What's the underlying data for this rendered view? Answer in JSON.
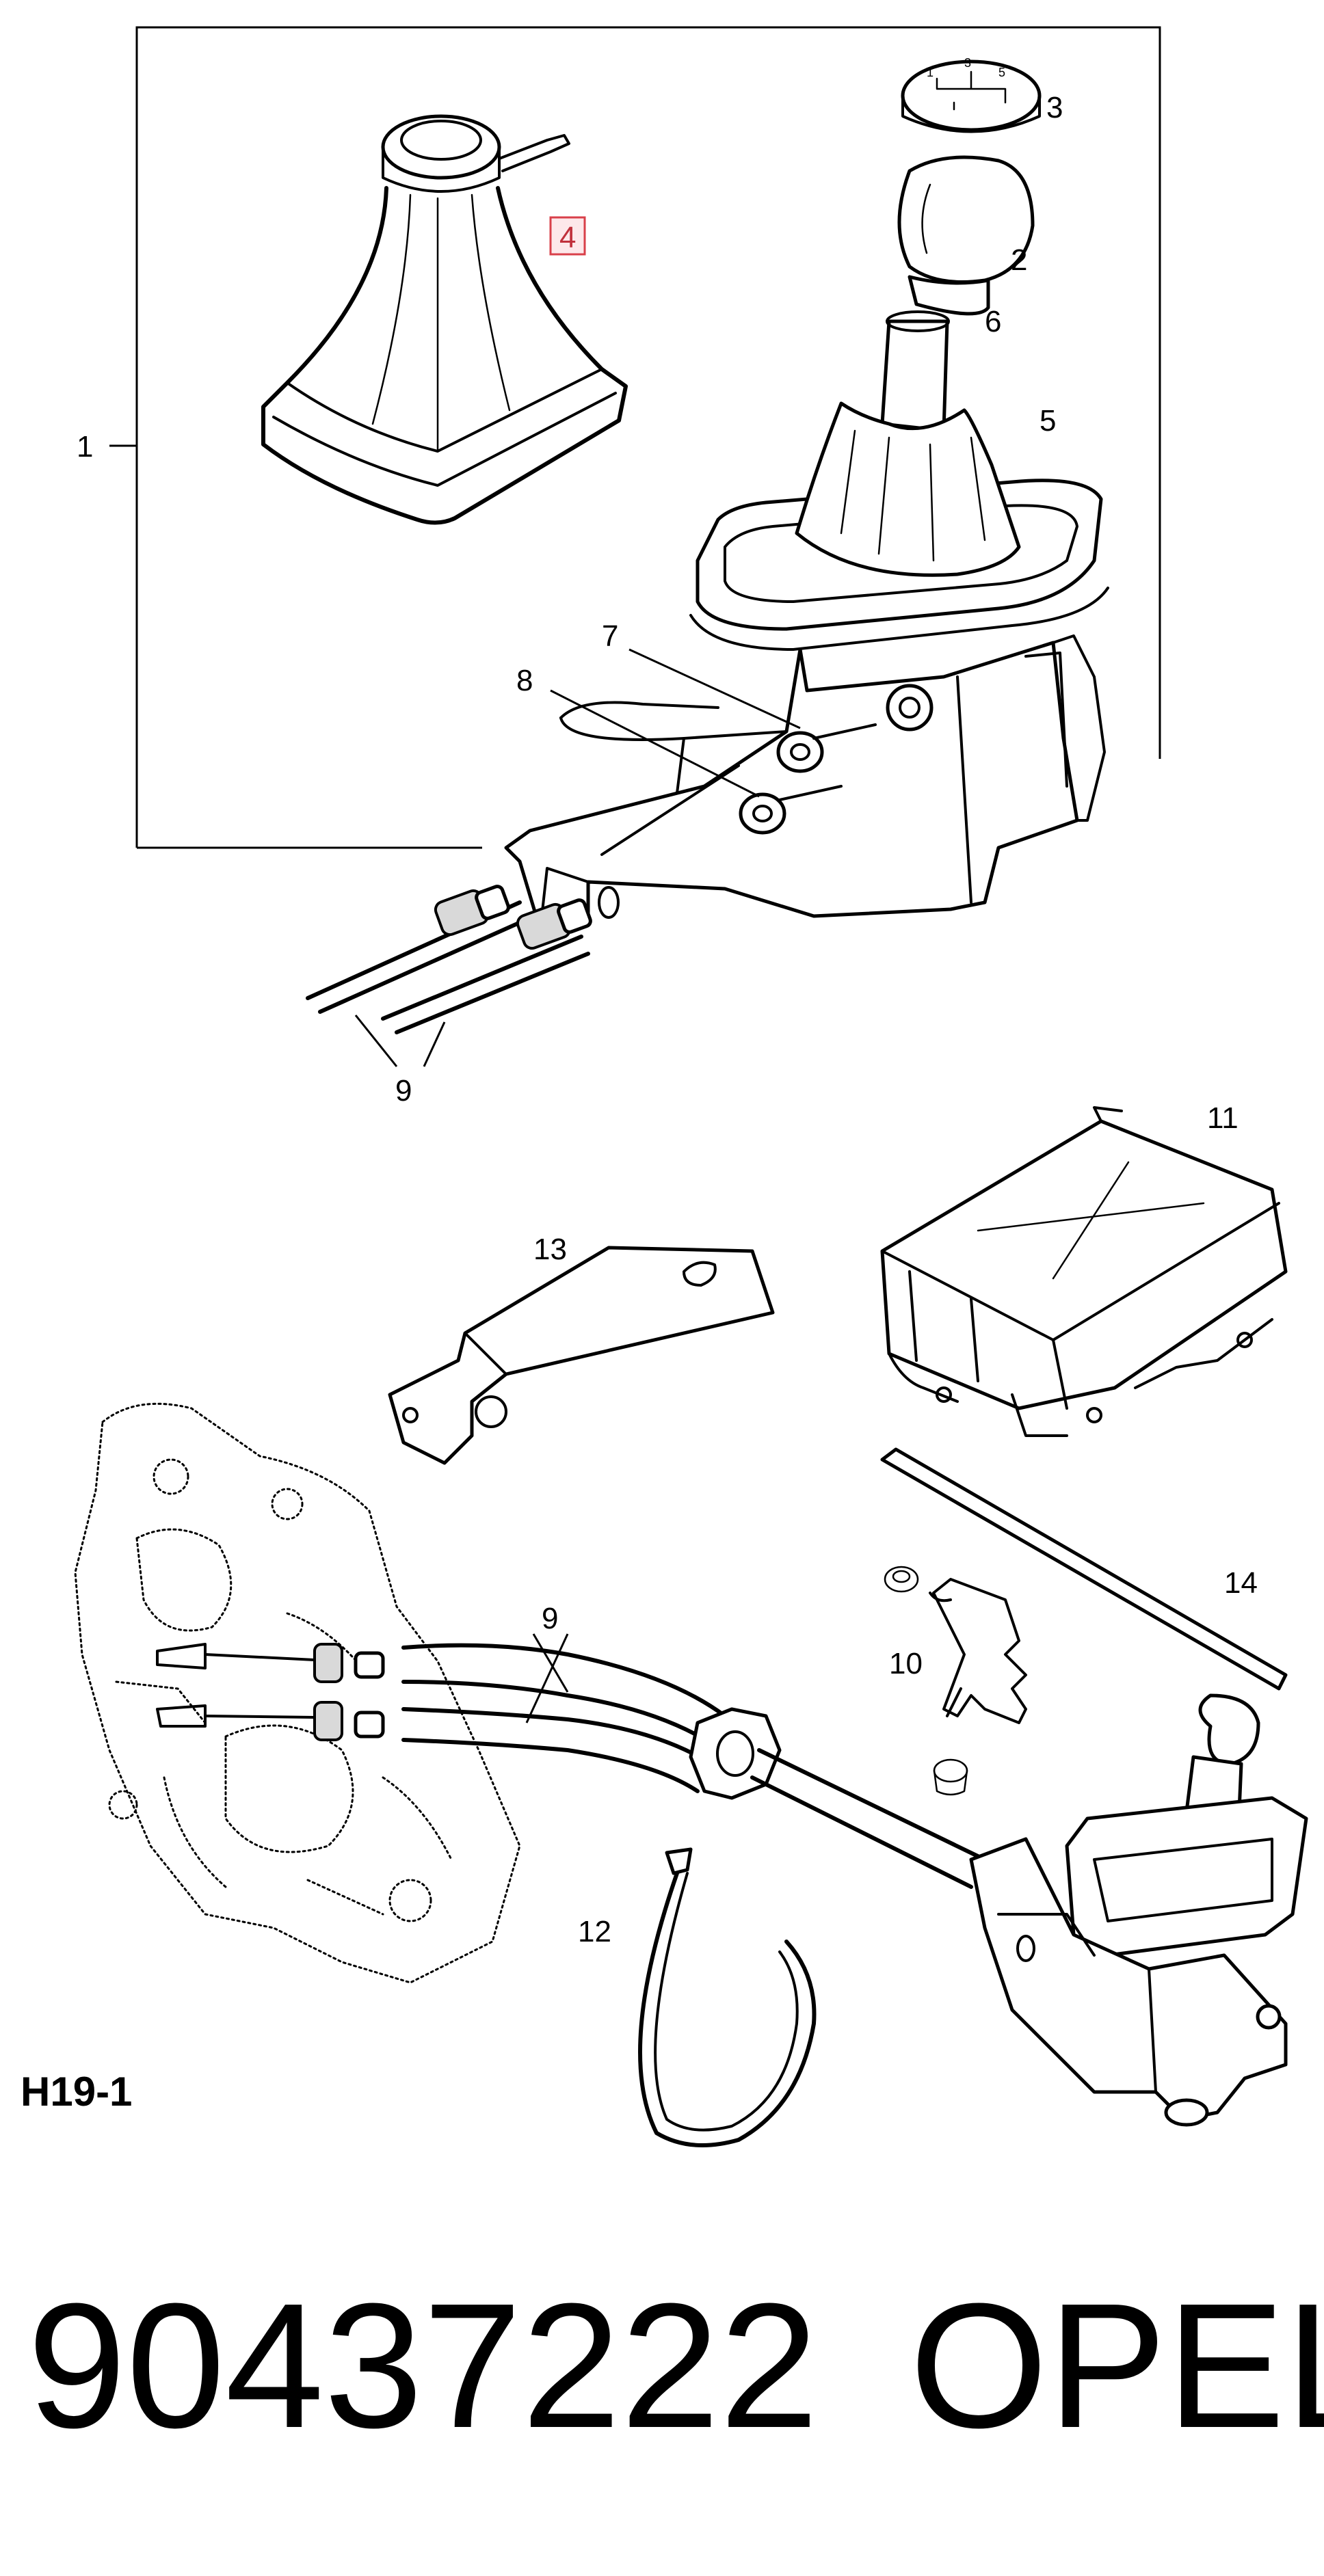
{
  "diagram": {
    "callouts": [
      {
        "id": "1",
        "text": "1"
      },
      {
        "id": "2",
        "text": "2"
      },
      {
        "id": "3",
        "text": "3"
      },
      {
        "id": "4",
        "text": "4",
        "highlighted": true
      },
      {
        "id": "5",
        "text": "5"
      },
      {
        "id": "6",
        "text": "6"
      },
      {
        "id": "7",
        "text": "7"
      },
      {
        "id": "8",
        "text": "8"
      },
      {
        "id": "9a",
        "text": "9"
      },
      {
        "id": "9b",
        "text": "9"
      },
      {
        "id": "10",
        "text": "10"
      },
      {
        "id": "11",
        "text": "11"
      },
      {
        "id": "12",
        "text": "12"
      },
      {
        "id": "13",
        "text": "13"
      },
      {
        "id": "14",
        "text": "14"
      }
    ],
    "section_code": "H19-1",
    "part_number": "90437222",
    "brand": "OPEL",
    "highlight_color": "#d9404a"
  }
}
